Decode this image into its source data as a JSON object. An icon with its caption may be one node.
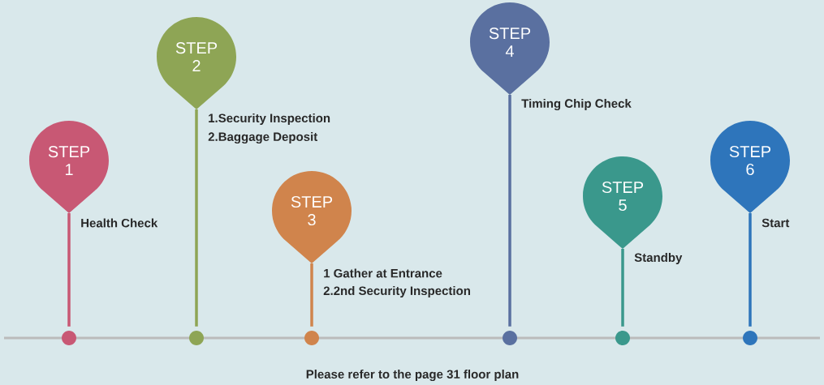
{
  "diagram": {
    "caption": "Please refer to the page 31 floor plan",
    "nodes": [
      {
        "text": [
          "STEP 1"
        ],
        "beside": [
          "Health Check"
        ]
      },
      {
        "text": [
          "STEP 2"
        ],
        "beside": [
          "1.Security Inspection",
          "2.Baggage Deposit"
        ]
      },
      {
        "text": [
          "STEP 3"
        ],
        "beside": [
          "1 Gather at Entrance",
          "2.2nd Security Inspection"
        ]
      },
      {
        "text": [
          "STEP 4"
        ],
        "beside": [
          "Timing Chip Check"
        ]
      },
      {
        "text": [
          "STEP 5"
        ],
        "beside": [
          "Standby"
        ]
      },
      {
        "text": [
          "STEP 6"
        ],
        "beside": [
          "Start"
        ]
      },
      {
        "text": [],
        "shape": "circle"
      },
      {
        "text": [],
        "shape": "circle"
      },
      {
        "text": [],
        "shape": "circle"
      },
      {
        "text": [],
        "shape": "circle"
      },
      {
        "text": [],
        "shape": "circle"
      },
      {
        "text": [],
        "shape": "circle"
      }
    ],
    "edges": [
      {
        "from": 0,
        "to": 6,
        "arrow": "none",
        "color": "#c85874"
      },
      {
        "from": 1,
        "to": 7,
        "arrow": "none",
        "color": "#8ea555"
      },
      {
        "from": 2,
        "to": 8,
        "arrow": "none",
        "color": "#d0844c"
      },
      {
        "from": 3,
        "to": 9,
        "arrow": "none",
        "color": "#5a70a0"
      },
      {
        "from": 4,
        "to": 10,
        "arrow": "none",
        "color": "#3a988c"
      },
      {
        "from": 5,
        "to": 11,
        "arrow": "none",
        "color": "#2e75bb"
      }
    ]
  }
}
